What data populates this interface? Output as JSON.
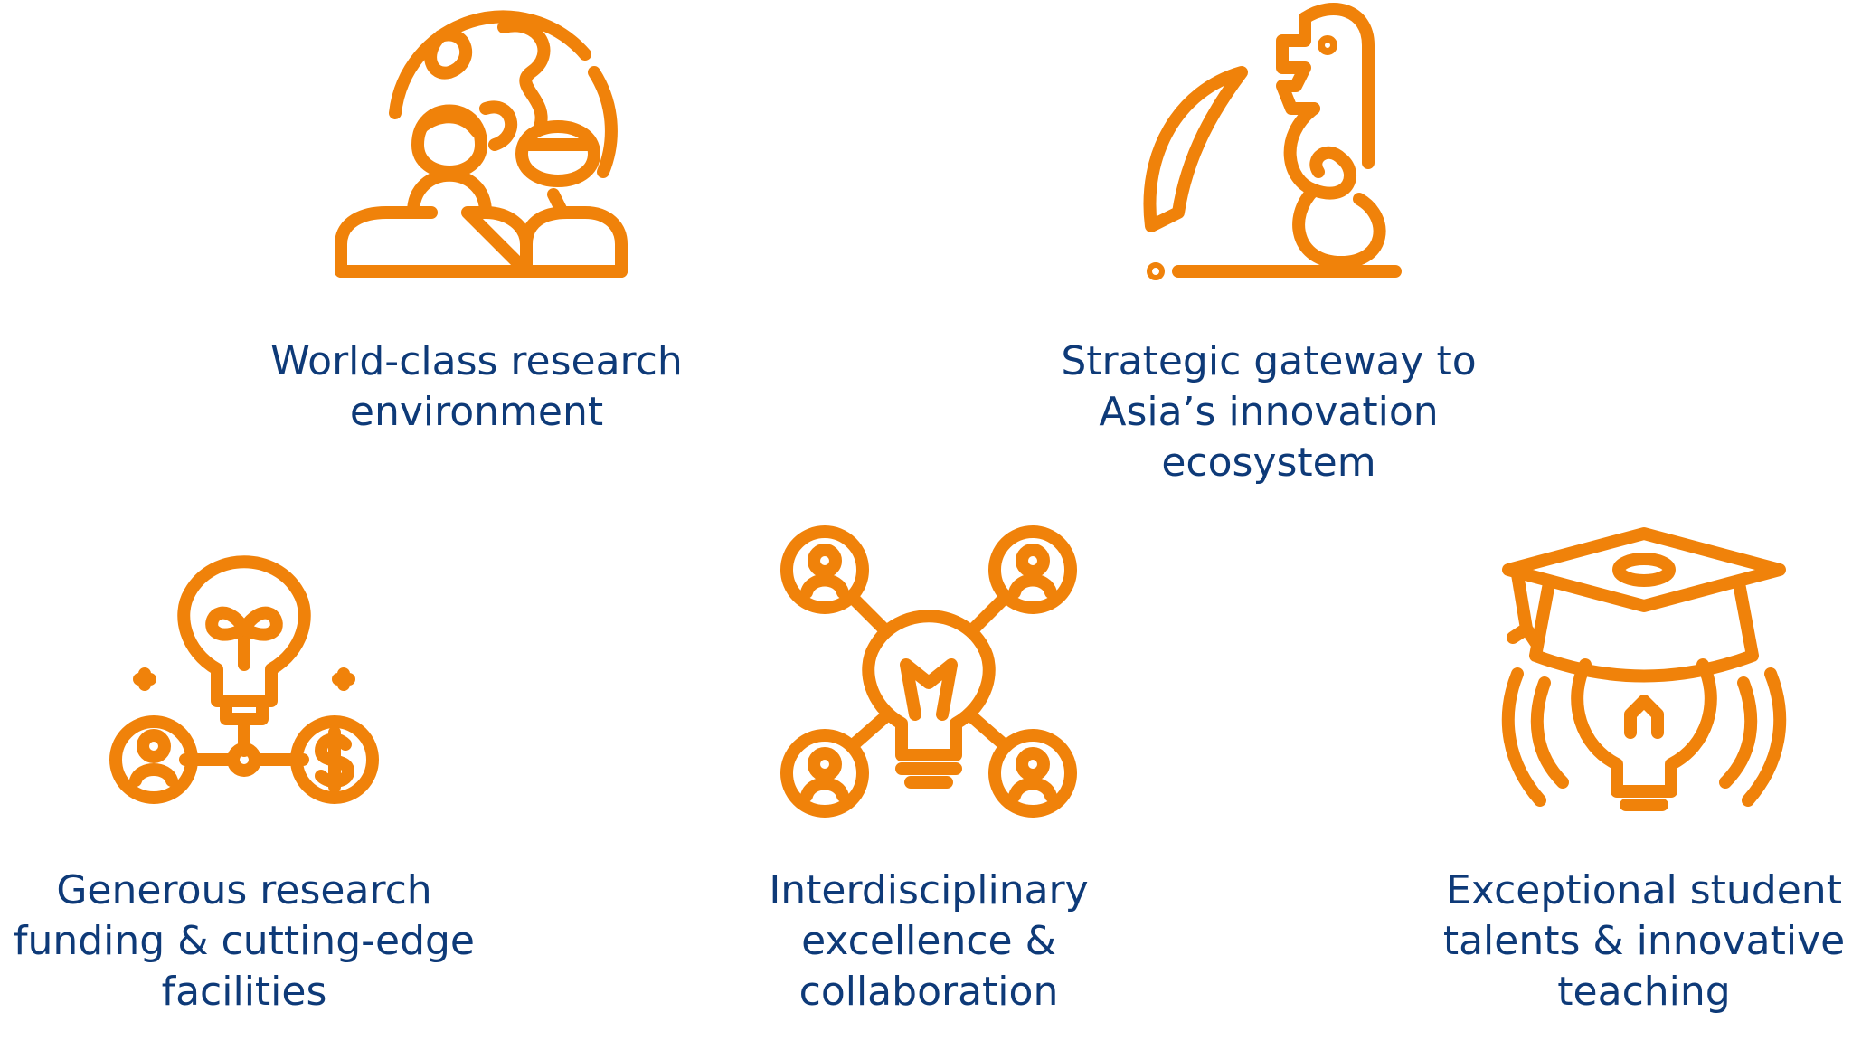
{
  "colors": {
    "icon_stroke": "#F0820A",
    "label_text": "#0E3A78",
    "background": "#FFFFFF"
  },
  "features": [
    {
      "icon": "globe-with-people-icon",
      "label_lines": [
        "World-class research",
        "environment"
      ]
    },
    {
      "icon": "merlion-icon",
      "label_lines": [
        "Strategic gateway to",
        "Asia’s innovation",
        "ecosystem"
      ]
    },
    {
      "icon": "lightbulb-funding-icon",
      "label_lines": [
        "Generous research",
        "funding & cutting-edge",
        "facilities"
      ]
    },
    {
      "icon": "lightbulb-network-icon",
      "label_lines": [
        "Interdisciplinary",
        "excellence &",
        "collaboration"
      ]
    },
    {
      "icon": "graduation-cap-lightbulb-icon",
      "label_lines": [
        "Exceptional student",
        "talents & innovative",
        "teaching"
      ]
    }
  ]
}
